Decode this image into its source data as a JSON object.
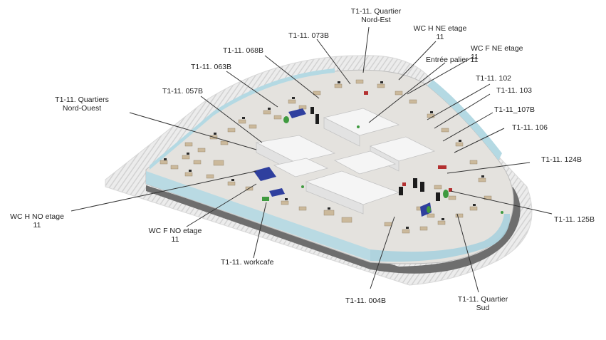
{
  "labels": {
    "quartier_nord_est": "T1-11. Quartier\nNord-Est",
    "wc_h_ne": "WC H NE etage\n11",
    "wc_f_ne": "WC F NE etage\n11",
    "entree_palier": "Entrée palier 11",
    "r073b": "T1-11. 073B",
    "r068b": "T1-11. 068B",
    "r063b": "T1-11. 063B",
    "r057b": "T1-11. 057B",
    "quartiers_nord_ouest": "T1-11. Quartiers\nNord-Ouest",
    "r102": "T1-11. 102",
    "r103": "T1-11. 103",
    "r107b": "T1-11_107B",
    "r106": "T1-11. 106",
    "r124b": "T1-11. 124B",
    "r125b": "T1-11. 125B",
    "wc_h_no": "WC H NO etage\n11",
    "wc_f_no": "WC F NO etage\n11",
    "workcafe": "T1-11. workcafe",
    "r004b": "T1-11. 004B",
    "quartier_sud": "T1-11. Quartier\nSud"
  },
  "colors": {
    "floor": "#e6e4e0",
    "floor_shadow": "#6f6f6f",
    "hatch": "#cfcfcf",
    "glass": "#a9d3df",
    "wall": "#f4f4f4",
    "blue_room": "#2e3f9e",
    "green": "#3f9a3f",
    "red": "#b83232",
    "black": "#1e1e1e",
    "desk": "#c9b89c",
    "leader": "#333333"
  }
}
